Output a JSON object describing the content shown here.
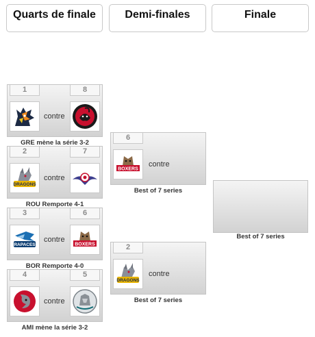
{
  "headers": {
    "quarter": "Quarts de finale",
    "semi": "Demi-finales",
    "final": "Finale"
  },
  "vs_label": "contre",
  "quarterfinals": [
    {
      "seed_a": "1",
      "seed_b": "8",
      "status": "GRE mène la série 3-2"
    },
    {
      "seed_a": "2",
      "seed_b": "7",
      "status": "ROU Remporte 4-1"
    },
    {
      "seed_a": "3",
      "seed_b": "6",
      "status": "BOR Remporte 4-0"
    },
    {
      "seed_a": "4",
      "seed_b": "5",
      "status": "AMI mène la série 3-2"
    }
  ],
  "semifinals": [
    {
      "seed_a": "6",
      "status": "Best of 7 series"
    },
    {
      "seed_a": "2",
      "status": "Best of 7 series"
    }
  ],
  "final": {
    "status": "Best of 7 series"
  },
  "logo_lettering": {
    "boxers": "BOXERS",
    "dragons": "DRAGONS",
    "rapaces": "RAPACES"
  }
}
